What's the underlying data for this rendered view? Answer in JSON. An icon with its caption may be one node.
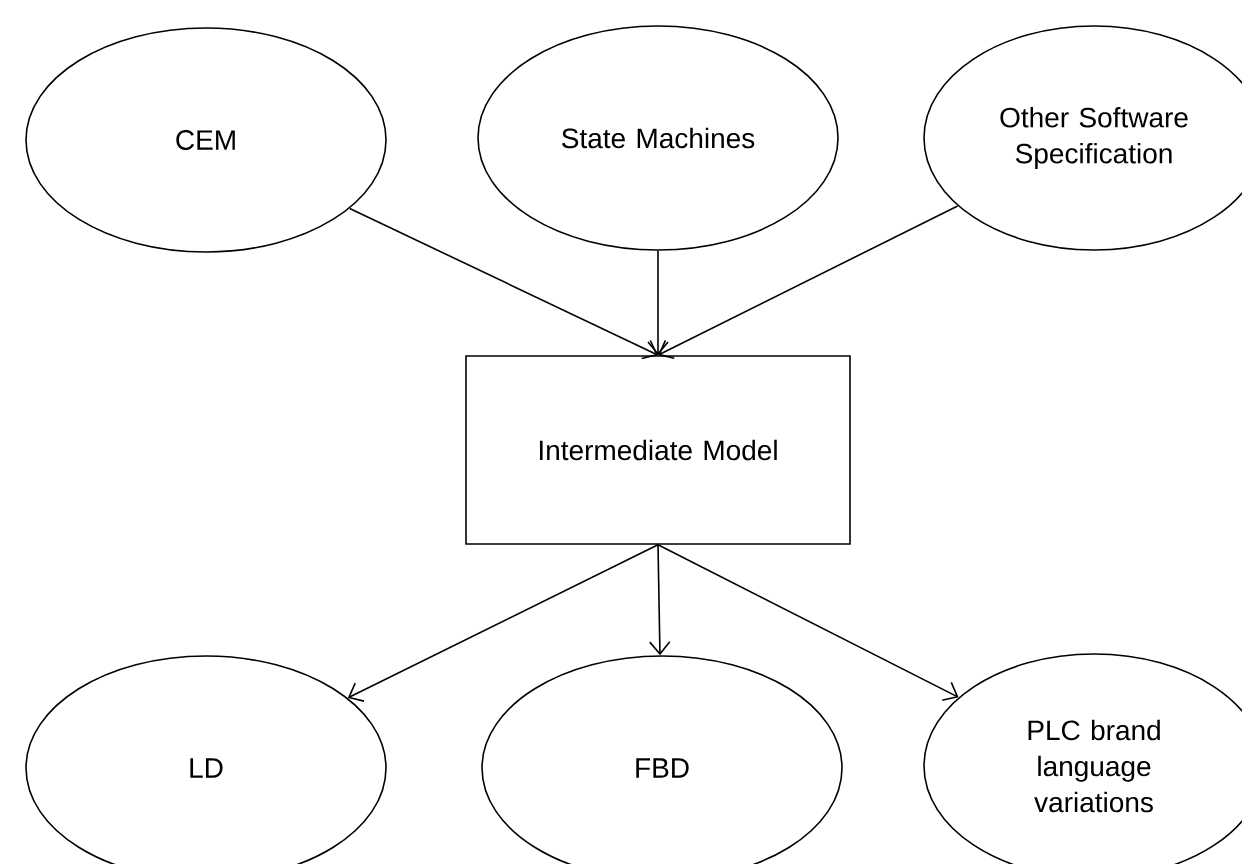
{
  "diagram": {
    "nodes": [
      {
        "text": [
          "CEM"
        ]
      },
      {
        "text": [
          "State Machines"
        ]
      },
      {
        "text": [
          "Other Software Specification"
        ]
      },
      {
        "text": [
          "Intermediate Model"
        ]
      },
      {
        "text": [
          "LD"
        ]
      },
      {
        "text": [
          "FBD"
        ]
      },
      {
        "text": [
          "PLC brand language variations"
        ]
      }
    ],
    "edges": [
      {
        "from": 0,
        "to": 3,
        "arrow": "to"
      },
      {
        "from": 1,
        "to": 3,
        "arrow": "to"
      },
      {
        "from": 2,
        "to": 3,
        "arrow": "to"
      },
      {
        "from": 3,
        "to": 4,
        "arrow": "to"
      },
      {
        "from": 3,
        "to": 5,
        "arrow": "to"
      },
      {
        "from": 3,
        "to": 6,
        "arrow": "to"
      }
    ]
  }
}
